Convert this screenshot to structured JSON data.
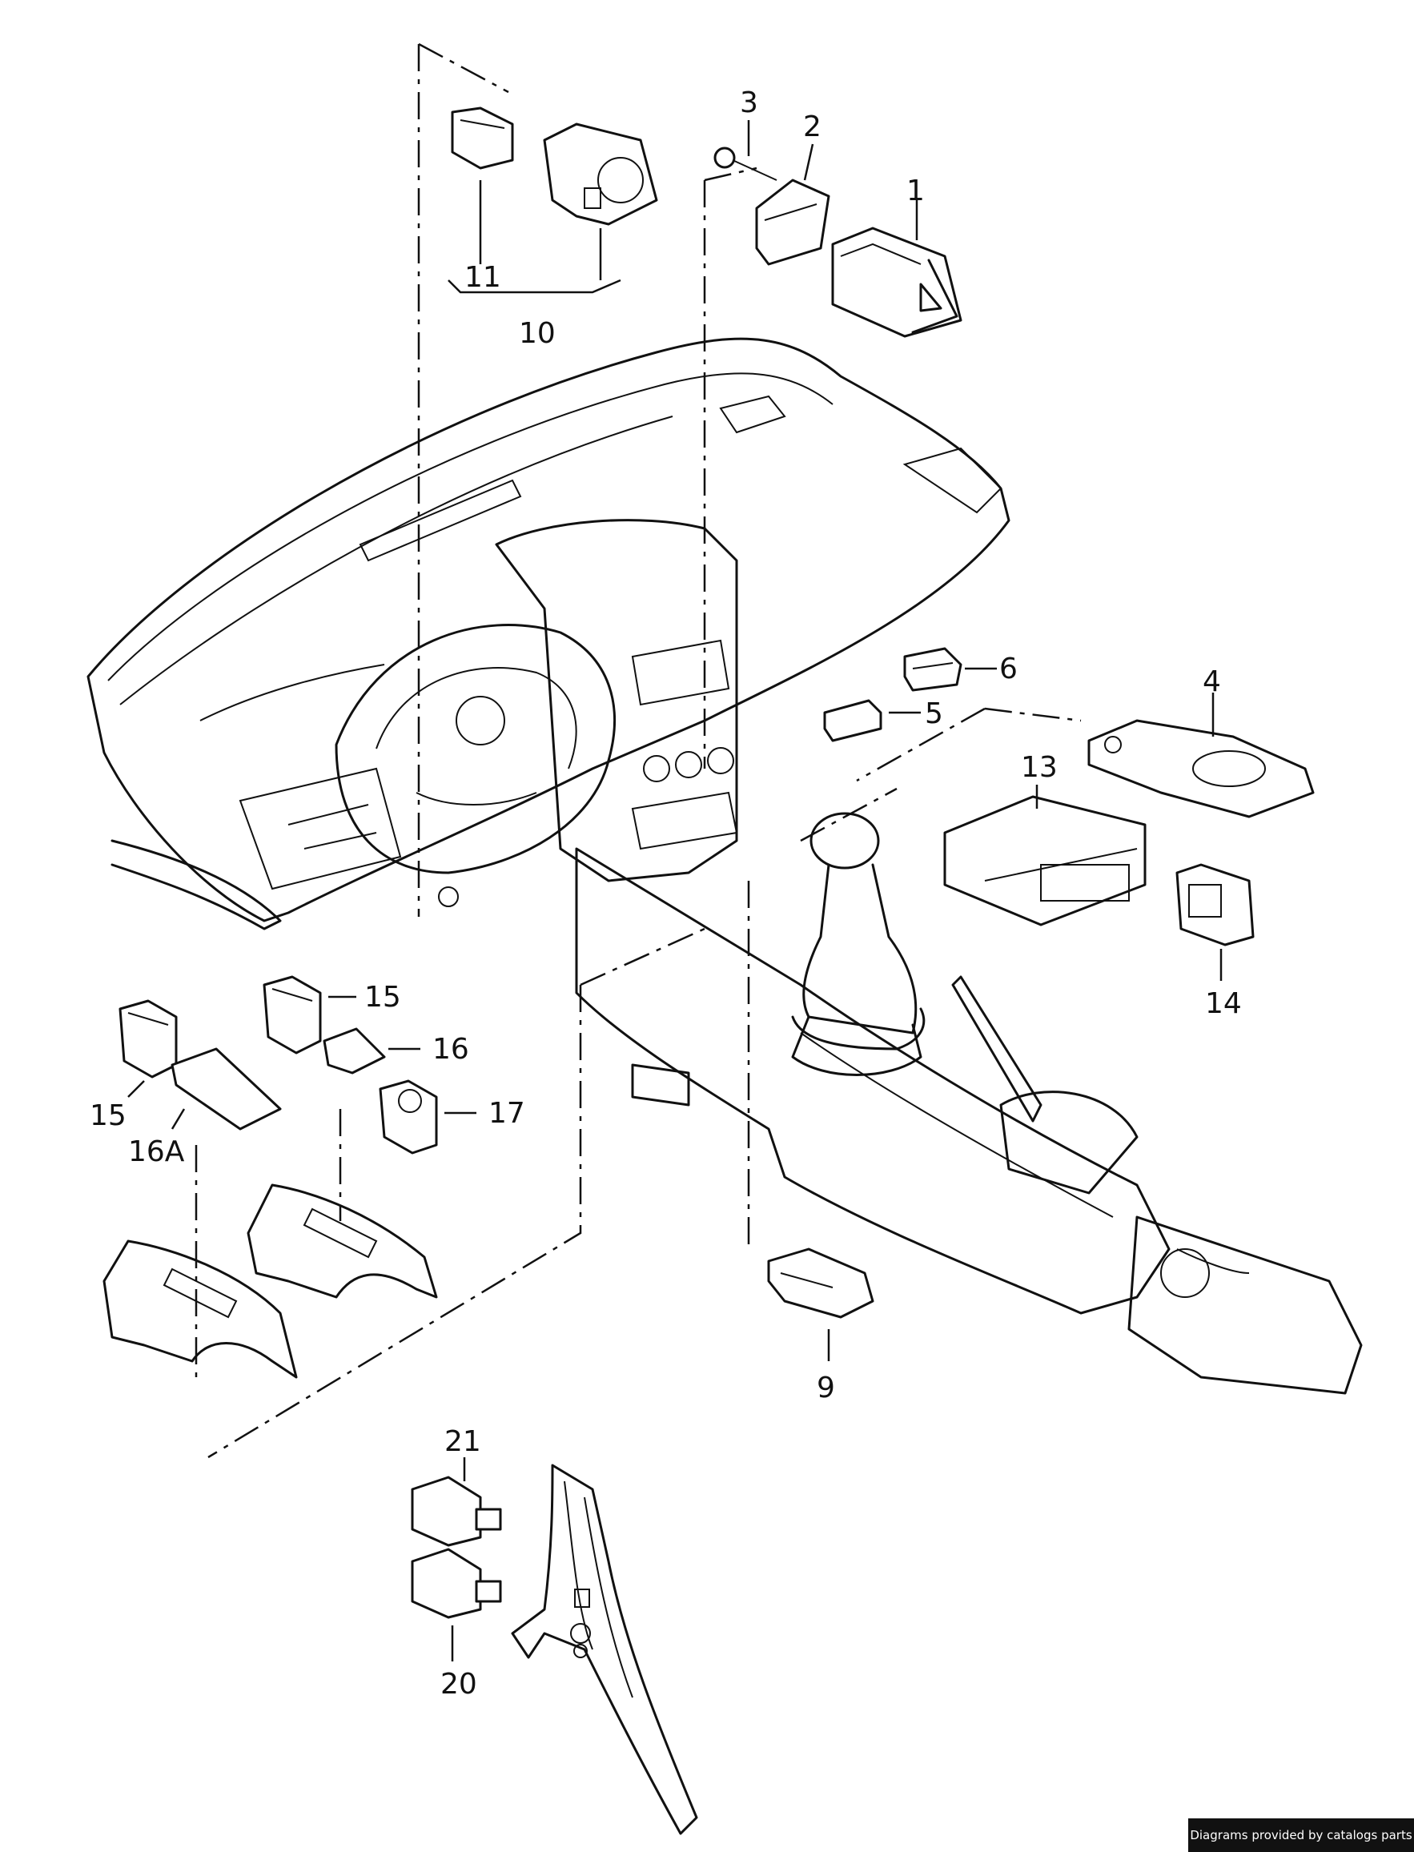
{
  "callouts": {
    "c1": "1",
    "c2": "2",
    "c3": "3",
    "c4": "4",
    "c5": "5",
    "c6": "6",
    "c9": "9",
    "c10": "10",
    "c11": "11",
    "c13": "13",
    "c14": "14",
    "c15a": "15",
    "c15b": "15",
    "c16": "16",
    "c16a": "16A",
    "c17": "17",
    "c20": "20",
    "c21": "21"
  },
  "footer": {
    "credit": "Diagrams provided by catalogs parts"
  }
}
